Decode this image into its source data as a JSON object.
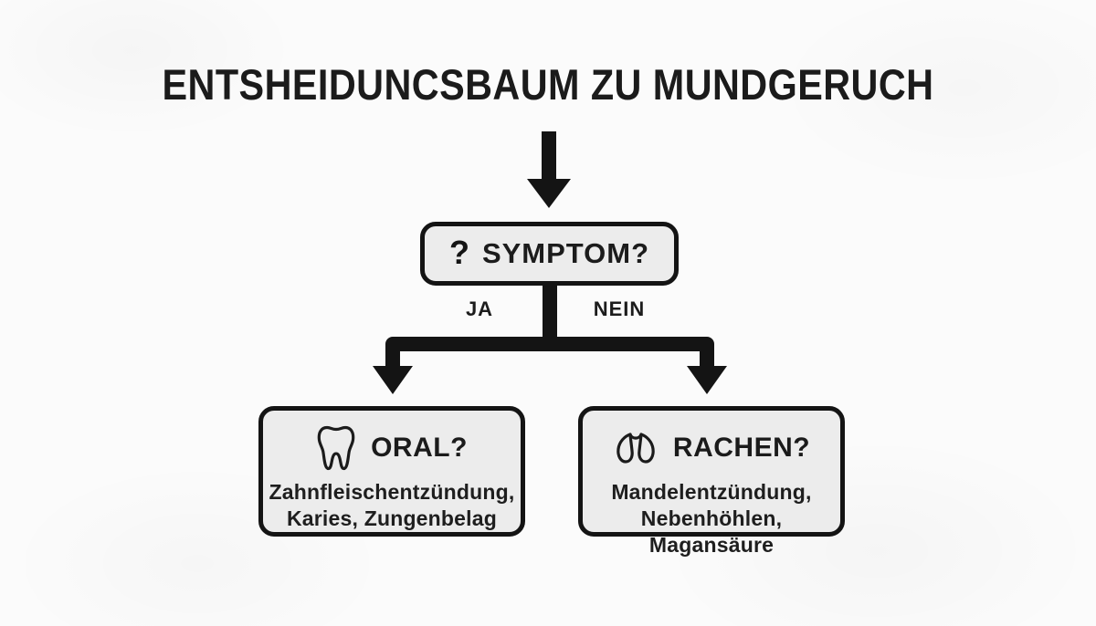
{
  "title": "ENTSHEIDUNCSBAUM ZU MUNDGERUCH",
  "root": {
    "question_mark": "?",
    "label": "SYMPTOM?"
  },
  "branch_labels": {
    "yes": "JA",
    "no": "NEIN"
  },
  "nodes": [
    {
      "id": "oral",
      "icon": "tooth-icon",
      "title": "ORAL?",
      "lines": [
        "Zahnfleischentzündung,",
        "Karies, Zungenbelag"
      ]
    },
    {
      "id": "rachen",
      "icon": "throat-icon",
      "title": "RACHEN?",
      "lines": [
        "Mandelentzündung,",
        "Nebenhöhlen, Magansäure"
      ]
    }
  ],
  "colors": {
    "background": "#fbfbfb",
    "node_fill": "#ececec",
    "stroke": "#141414",
    "text": "#171717"
  }
}
